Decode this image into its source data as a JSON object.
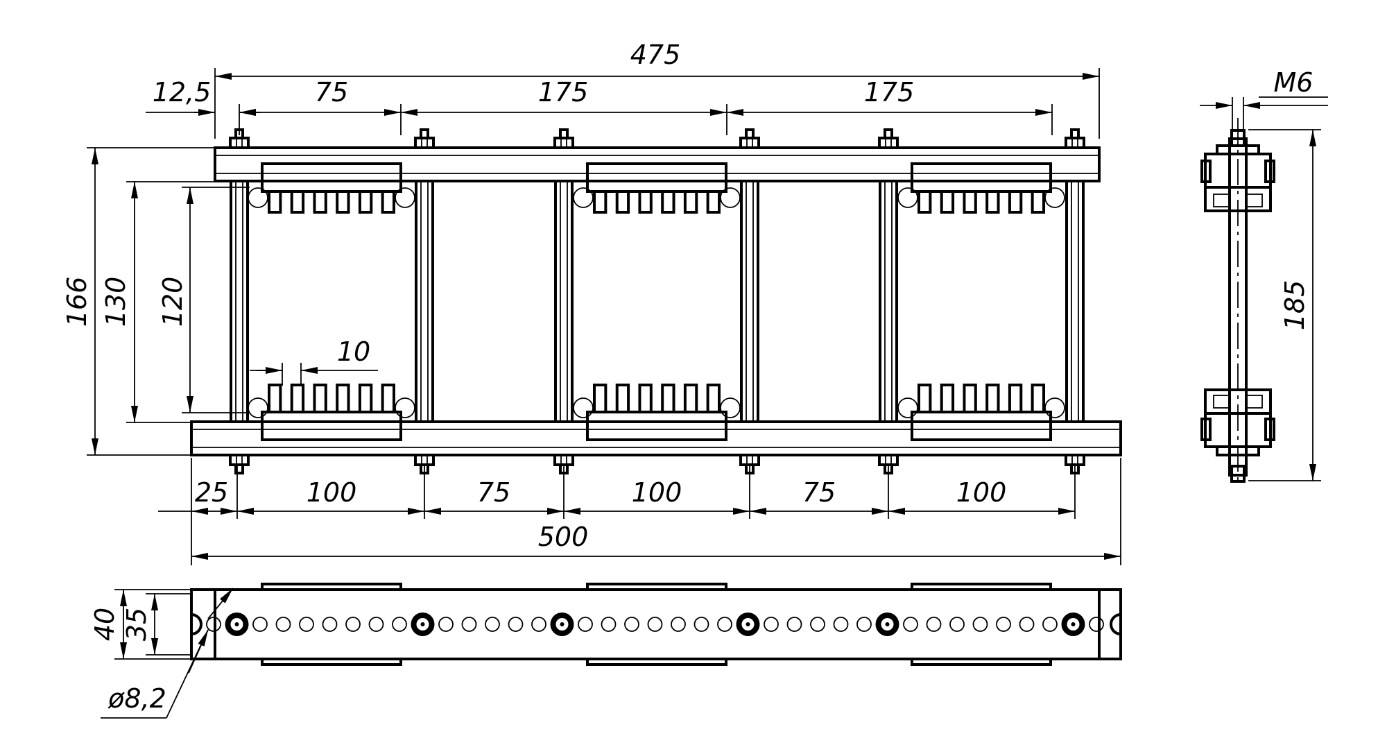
{
  "drawing": {
    "front_view": {
      "dim_top": {
        "overall": "475",
        "offset": "12,5",
        "span_1": "75",
        "span_2": "175",
        "span_3": "175"
      },
      "dim_left": {
        "outer": "166",
        "middle": "130",
        "inner": "120"
      },
      "dim_tooth": "10",
      "dim_bottom": {
        "d1": "25",
        "d2": "100",
        "d3": "75",
        "d4": "100",
        "d5": "75",
        "d6": "100",
        "overall": "500"
      }
    },
    "side_view": {
      "thread": "M6",
      "height": "185"
    },
    "bottom_view": {
      "width_outer": "40",
      "width_inner": "35",
      "hole_diameter": "ø8,2"
    }
  }
}
